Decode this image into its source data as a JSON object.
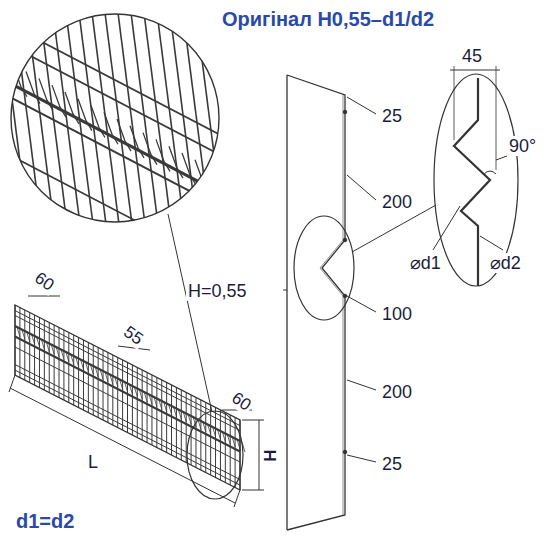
{
  "diagram": {
    "title": "Оригінал Н0,55–d1/d2",
    "labels": [
      "60",
      "55",
      "60",
      "L",
      "H",
      "H=0,55",
      "25",
      "200",
      "100",
      "200",
      "25",
      "45",
      "90°",
      "⌀d1",
      "⌀d2",
      "d1=d2"
    ]
  }
}
